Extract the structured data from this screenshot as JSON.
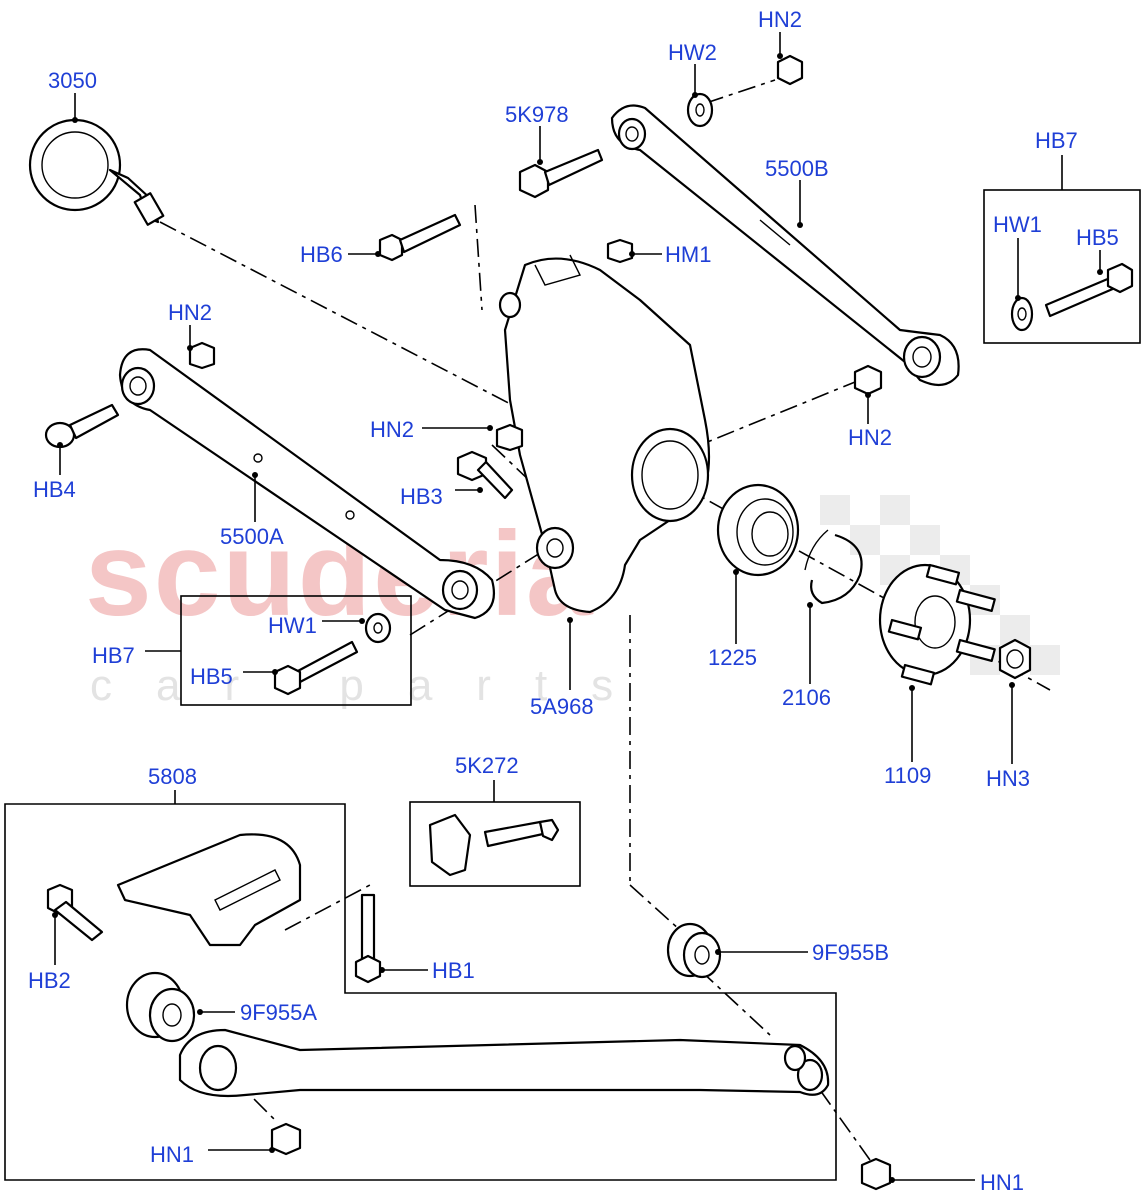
{
  "watermark": {
    "main": "scuderia",
    "sub": "car parts"
  },
  "labels": {
    "3050": "3050",
    "hn2_top": "HN2",
    "hw2": "HW2",
    "5k978": "5K978",
    "hb7_right": "HB7",
    "5500b": "5500B",
    "hw1_right": "HW1",
    "hb5_right": "HB5",
    "hb6": "HB6",
    "hm1": "HM1",
    "hn2_left": "HN2",
    "hn2_right": "HN2",
    "hb4": "HB4",
    "hn2_mid": "HN2",
    "hb3": "HB3",
    "5500a": "5500A",
    "hb7_left": "HB7",
    "hw1_left": "HW1",
    "hb5_left": "HB5",
    "5a968": "5A968",
    "1225": "1225",
    "2106": "2106",
    "1109": "1109",
    "hn3": "HN3",
    "5808": "5808",
    "5k272": "5K272",
    "9f955b": "9F955B",
    "hb2": "HB2",
    "hb1": "HB1",
    "9f955a": "9F955A",
    "hn1_left": "HN1",
    "hn1_right": "HN1"
  },
  "colors": {
    "label": "#1f3fd6",
    "line": "#000000",
    "watermark": "#f4c6c6"
  }
}
